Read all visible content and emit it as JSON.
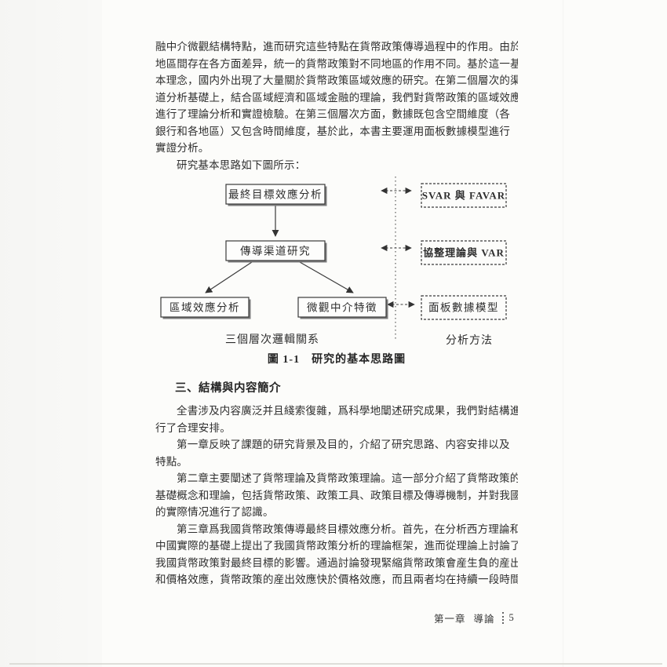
{
  "content": {
    "intro_lines": [
      "融中介微觀結構特點，進而研究這些特點在貨幣政策傳導過程中的作用。由於",
      "地區間存在各方面差异，統一的貨幣政策對不同地區的作用不同。基於這一基",
      "本理念，國内外出現了大量關於貨幣政策區域效應的研究。在第二個層次的渠",
      "道分析基礎上，結合區域經濟和區域金融的理論，我們對貨幣政策的區域效應",
      "進行了理論分析和實證檢驗。在第三個層次方面，數據既包含空間維度（各",
      "銀行和各地區）又包含時間維度，基於此，本書主要運用面板數據模型進行",
      "實證分析。"
    ],
    "lead_in": "研究基本思路如下圖所示：",
    "section_heading": "三、結構與内容簡介",
    "section_lines": [
      "全書涉及内容廣泛并且綫索復雜，爲科學地闡述研究成果，我們對結構進",
      "行了合理安排。",
      "第一章反映了課題的研究背景及目的，介紹了研究思路、内容安排以及",
      "特點。",
      "第二章主要闡述了貨幣理論及貨幣政策理論。這一部分介紹了貨幣政策的",
      "基礎概念和理論，包括貨幣政策、政策工具、政策目標及傳導機制，并對我國",
      "的實際情况進行了認識。",
      "第三章爲我國貨幣政策傳導最終目標效應分析。首先，在分析西方理論和",
      "中國實際的基礎上提出了我國貨幣政策分析的理論框架，進而從理論上討論了",
      "我國貨幣政策對最終目標的影響。通過討論發現緊縮貨幣政策會産生負的産出",
      "和價格效應，貨幣政策的産出效應快於價格效應，而且兩者均在持續一段時間"
    ]
  },
  "diagram": {
    "flow_boxes": {
      "final_target": "最終目標效應分析",
      "transmission": "傳導渠道研究",
      "regional": "區域效應分析",
      "micro": "微觀中介特徵"
    },
    "method_boxes": {
      "svar": "SVAR 與 FAVAR",
      "cointegration": "協整理論與 VAR",
      "panel": "面板數據模型"
    },
    "column_labels": {
      "left": "三個層次邏輯關系",
      "right": "分析方法"
    },
    "caption": "圖 1-1　研究的基本思路圖"
  },
  "footer": {
    "chapter": "第一章",
    "section": "導論",
    "page_number": "5"
  },
  "colors": {
    "page_background": "#fcfcfa",
    "text": "#2f2f2f",
    "diagram_line": "#3a3a3a",
    "box_shadow": "#7d7d7d"
  }
}
